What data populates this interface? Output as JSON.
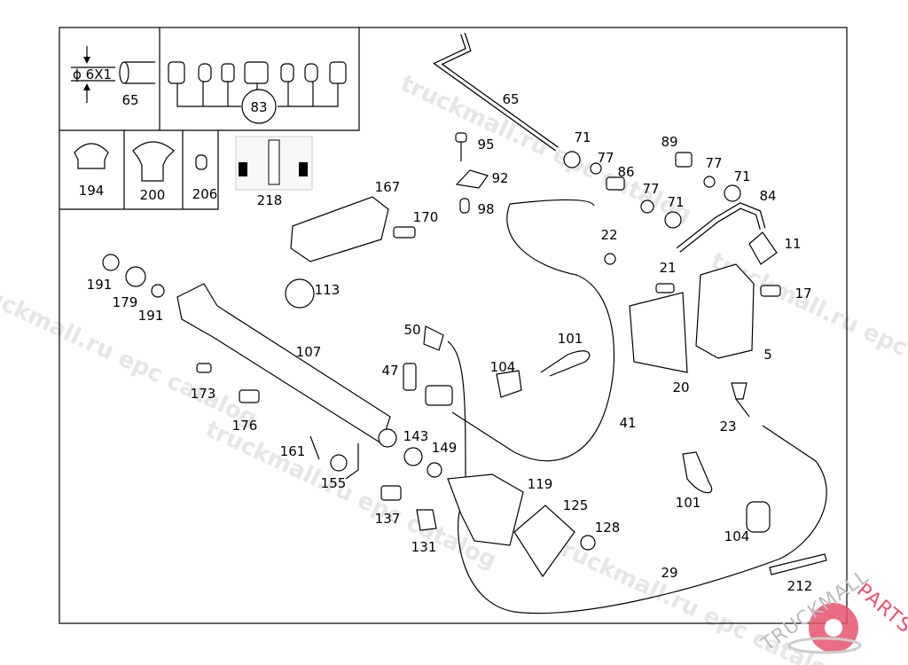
{
  "watermark": "truckmall.ru epc catalog",
  "logo": {
    "text_main": "TRUCKMALL",
    "text_accent": "PARTS",
    "accent_color": "#e8546f",
    "gray_color": "#bbbbbb"
  },
  "legend": {
    "tube_spec": "ϕ 6X1",
    "tube_part": "65",
    "fitting_kit": "83",
    "cap_1": "194",
    "cap_2": "200",
    "grommet": "206",
    "sticker": "218"
  },
  "parts": [
    {
      "num": "65"
    },
    {
      "num": "71"
    },
    {
      "num": "77"
    },
    {
      "num": "86"
    },
    {
      "num": "77"
    },
    {
      "num": "71"
    },
    {
      "num": "89"
    },
    {
      "num": "77"
    },
    {
      "num": "71"
    },
    {
      "num": "84"
    },
    {
      "num": "95"
    },
    {
      "num": "92"
    },
    {
      "num": "98"
    },
    {
      "num": "167"
    },
    {
      "num": "170"
    },
    {
      "num": "22"
    },
    {
      "num": "11"
    },
    {
      "num": "21"
    },
    {
      "num": "17"
    },
    {
      "num": "191"
    },
    {
      "num": "179"
    },
    {
      "num": "191"
    },
    {
      "num": "113"
    },
    {
      "num": "107"
    },
    {
      "num": "50"
    },
    {
      "num": "101"
    },
    {
      "num": "47"
    },
    {
      "num": "104"
    },
    {
      "num": "5"
    },
    {
      "num": "20"
    },
    {
      "num": "173"
    },
    {
      "num": "176"
    },
    {
      "num": "41"
    },
    {
      "num": "23"
    },
    {
      "num": "143"
    },
    {
      "num": "149"
    },
    {
      "num": "161"
    },
    {
      "num": "155"
    },
    {
      "num": "119"
    },
    {
      "num": "125"
    },
    {
      "num": "137"
    },
    {
      "num": "101"
    },
    {
      "num": "128"
    },
    {
      "num": "104"
    },
    {
      "num": "131"
    },
    {
      "num": "29"
    },
    {
      "num": "212"
    }
  ]
}
